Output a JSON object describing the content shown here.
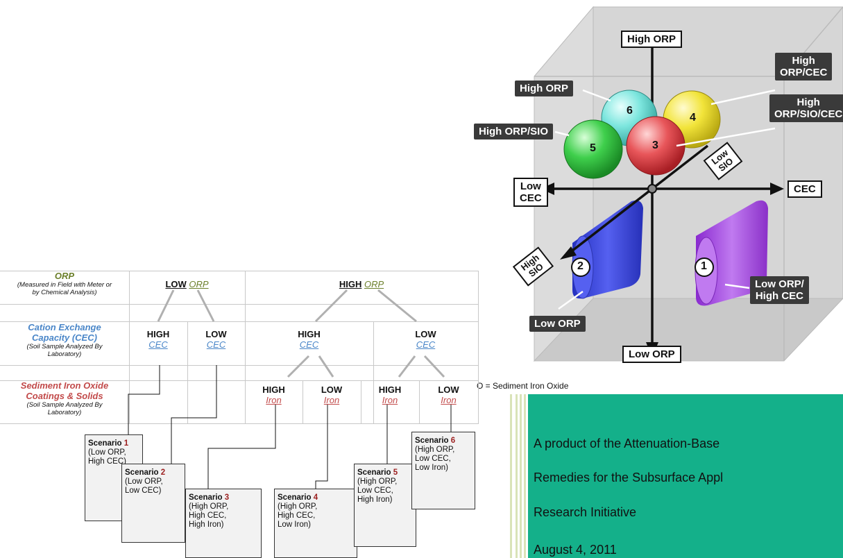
{
  "cube": {
    "axis_high_orp": "High ORP",
    "axis_low_orp": "Low ORP",
    "axis_cec": "CEC",
    "axis_low_cec": "Low\nCEC",
    "axis_low_sio": "Low\nSIO",
    "axis_high_sio": "High\nSIO",
    "labels": {
      "high_orp": "High ORP",
      "high_orp_cec": "High\nORP/CEC",
      "high_orp_sio_cec": "High\nORP/SIO/CEC",
      "high_orp_sio": "High ORP/SIO",
      "low_orp": "Low ORP",
      "low_orp_high_cec": "Low ORP/\nHigh CEC"
    },
    "ball_numbers": [
      "6",
      "4",
      "5",
      "3",
      "2",
      "1"
    ],
    "colors": {
      "s1": "#b455e6",
      "s2": "#4a55e8",
      "s3": "#e8565a",
      "s4": "#f2e43a",
      "s5": "#3fcf4c",
      "s6": "#7de6de"
    },
    "caption": "O = Sediment Iron Oxide"
  },
  "tree": {
    "rows": {
      "orp_title": "ORP",
      "orp_sub": "(Measured in Field with Meter or\nby Chemical Analysis)",
      "cec_title": "Cation Exchange\nCapacity (CEC)",
      "cec_sub": "(Soil Sample Analyzed By\nLaboratory)",
      "iron_title": "Sediment Iron Oxide\nCoatings & Solids",
      "iron_sub": "(Soil Sample Analyzed By\nLaboratory)"
    },
    "low_prefix": "LOW",
    "high_prefix": "HIGH",
    "orp_word": "ORP",
    "cec_word": "CEC",
    "iron_word": "Iron",
    "high": "HIGH",
    "low": "LOW",
    "scenarios": [
      {
        "label": "Scenario",
        "num": "1",
        "desc": "(Low ORP,\n High CEC)"
      },
      {
        "label": "Scenario",
        "num": "2",
        "desc": "(Low ORP,\nLow CEC)"
      },
      {
        "label": "Scenario",
        "num": "3",
        "desc": "(High ORP,\nHigh CEC,\nHigh Iron)"
      },
      {
        "label": "Scenario",
        "num": "4",
        "desc": "(High ORP,\nHigh CEC,\nLow Iron)"
      },
      {
        "label": "Scenario",
        "num": "5",
        "desc": "(High ORP,\nLow CEC,\nHigh Iron)"
      },
      {
        "label": "Scenario",
        "num": "6",
        "desc": "(High ORP,\nLow CEC,\nLow Iron)"
      }
    ],
    "colors": {
      "orp": "#6b7f2a",
      "cec": "#4a86c8",
      "iron": "#c24a4a"
    }
  },
  "card": {
    "line1": "A product of the Attenuation-Base",
    "line2": "Remedies for the Subsurface Appl",
    "line3": "Research Initiative",
    "line4": "August 4, 2011",
    "bg": "#14b08a"
  }
}
